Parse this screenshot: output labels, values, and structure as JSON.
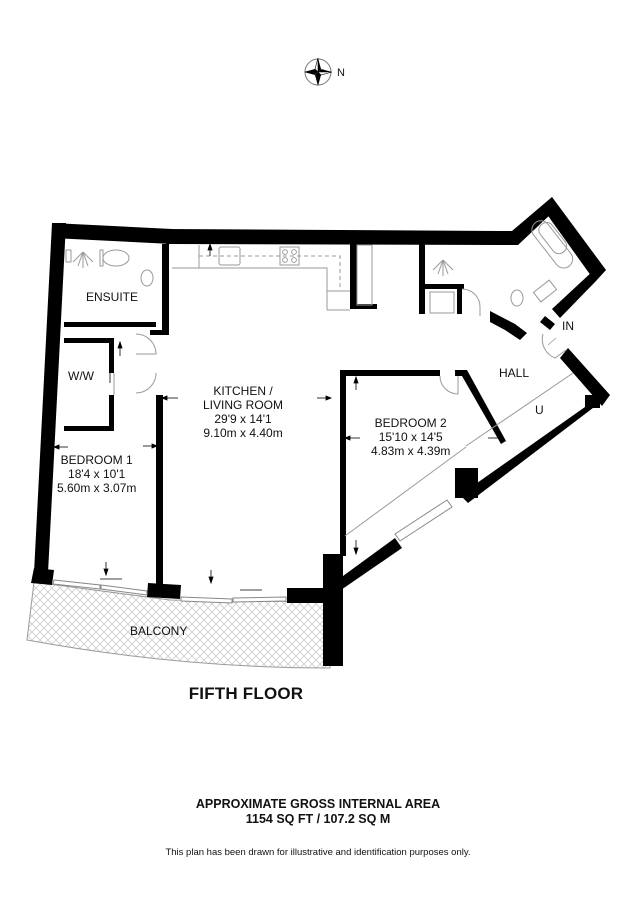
{
  "compass": {
    "label": "N",
    "icon": "compass-rose-icon"
  },
  "rooms": [
    {
      "id": "ensuite",
      "name": "ENSUITE",
      "imperial": "",
      "metric": ""
    },
    {
      "id": "ww",
      "name": "W/W",
      "imperial": "",
      "metric": ""
    },
    {
      "id": "bedroom1",
      "name": "BEDROOM 1",
      "imperial": "18'4 x 10'1",
      "metric": "5.60m x 3.07m"
    },
    {
      "id": "kitchen",
      "name": "KITCHEN /",
      "name2": "LIVING ROOM",
      "imperial": "29'9 x 14'1",
      "metric": "9.10m x 4.40m"
    },
    {
      "id": "bedroom2",
      "name": "BEDROOM 2",
      "imperial": "15'10 x 14'5",
      "metric": "4.83m x 4.39m"
    },
    {
      "id": "hall",
      "name": "HALL",
      "imperial": "",
      "metric": ""
    },
    {
      "id": "utility",
      "name": "U",
      "imperial": "",
      "metric": ""
    },
    {
      "id": "balcony",
      "name": "BALCONY",
      "imperial": "",
      "metric": ""
    }
  ],
  "entrance": {
    "label": "IN"
  },
  "floor": {
    "title": "FIFTH FLOOR"
  },
  "area": {
    "heading": "APPROXIMATE GROSS INTERNAL AREA",
    "value": "1154 SQ FT / 107.2 SQ M"
  },
  "disclaimer": "This plan has been drawn for illustrative and identification purposes only.",
  "colors": {
    "wall": "#000000",
    "fixture": "#9a9a9a",
    "text": "#111111"
  }
}
